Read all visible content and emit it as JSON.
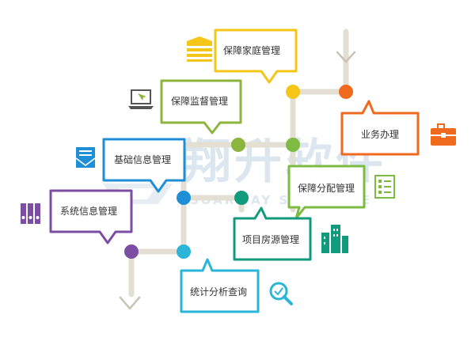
{
  "watermark": {
    "cn": "翔升软件",
    "en": "SOARWAY SOFTWARE"
  },
  "colors": {
    "yellow": "#f5c518",
    "olive": "#8cb53e",
    "blue": "#1e8fd6",
    "purple": "#7b4ea3",
    "orange": "#ef6a1c",
    "green": "#7dbb42",
    "teal": "#129a7c",
    "cyan": "#2bb6d9",
    "path": "#e3dfd3",
    "arrow": "#c9c3b3"
  },
  "nodes": [
    {
      "label": "保障家庭管理",
      "color": "#f5c518",
      "icon": "building-blocks-icon"
    },
    {
      "label": "保障监督管理",
      "color": "#8cb53e",
      "icon": "laptop-icon"
    },
    {
      "label": "基础信息管理",
      "color": "#1e8fd6",
      "icon": "mail-icon"
    },
    {
      "label": "系统信息管理",
      "color": "#7b4ea3",
      "icon": "binders-icon"
    },
    {
      "label": "业务办理",
      "color": "#ef6a1c",
      "icon": "briefcase-icon"
    },
    {
      "label": "保障分配管理",
      "color": "#7dbb42",
      "icon": "checklist-icon"
    },
    {
      "label": "项目房源管理",
      "color": "#129a7c",
      "icon": "city-buildings-icon"
    },
    {
      "label": "统计分析查询",
      "color": "#2bb6d9",
      "icon": "magnifier-icon"
    }
  ]
}
